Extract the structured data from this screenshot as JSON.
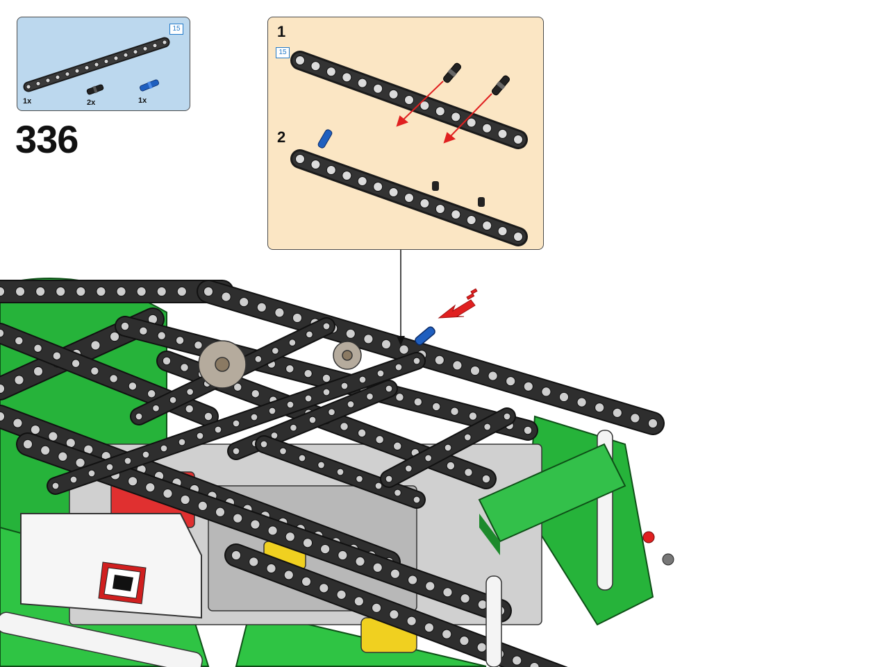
{
  "step": {
    "number": "336"
  },
  "parts_list": {
    "length_tag": "15",
    "items": [
      {
        "name": "beam-15",
        "qty": "1x"
      },
      {
        "name": "black-friction-pin",
        "qty": "2x"
      },
      {
        "name": "blue-axle-pin",
        "qty": "1x"
      }
    ]
  },
  "sub_assembly": {
    "length_tag": "15",
    "substeps": [
      {
        "number": "1"
      },
      {
        "number": "2"
      }
    ]
  },
  "colors": {
    "parts_box_bg": "#bcd8ee",
    "sub_box_bg": "#fbe6c4",
    "beam_black": "#2a2a2a",
    "pin_blue": "#1f5fbf",
    "arrow_red": "#e02020",
    "chassis_green": "#26b33a"
  }
}
